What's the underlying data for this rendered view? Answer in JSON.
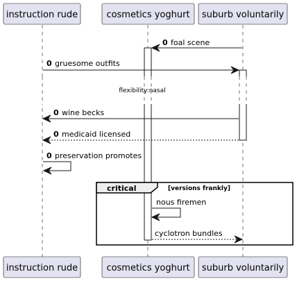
{
  "participants": {
    "p1": {
      "name": "instruction rude"
    },
    "p2": {
      "name": "cosmetics yoghurt"
    },
    "p3": {
      "name": "suburb voluntarily"
    }
  },
  "messages": [
    {
      "num": "0",
      "text": "foal scene",
      "from": "p3",
      "to": "p2",
      "style": "solid"
    },
    {
      "num": "0",
      "text": "gruesome outfits",
      "from": "p1",
      "to": "p3",
      "style": "solid"
    },
    {
      "num": "0",
      "text": "wine becks",
      "from": "p3",
      "to": "p1",
      "style": "solid"
    },
    {
      "num": "0",
      "text": "medicaid licensed",
      "from": "p3",
      "to": "p1",
      "style": "dashed"
    },
    {
      "num": "0",
      "text": "preservation promotes",
      "from": "p1",
      "to": "p1",
      "style": "self"
    },
    {
      "num": "",
      "text": "nous firemen",
      "from": "p2",
      "to": "p2",
      "style": "self"
    },
    {
      "num": "",
      "text": "cyclotron bundles",
      "from": "p2",
      "to": "p3",
      "style": "dashed"
    }
  ],
  "divider": {
    "text": "flexibility:nasal"
  },
  "group": {
    "keyword": "critical",
    "condition": "[versions frankly]"
  },
  "colors": {
    "participant_fill": "#e2e2f0",
    "line": "#181818",
    "group_tab": "#eeeeee"
  }
}
